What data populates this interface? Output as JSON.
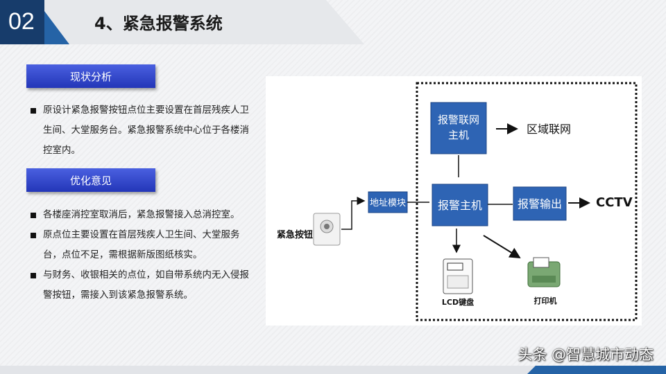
{
  "header": {
    "section_number": "02",
    "title": "4、紧急报警系统"
  },
  "current_state": {
    "heading": "现状分析",
    "items": [
      "原设计紧急报警按钮点位主要设置在首层残疾人卫生间、大堂服务台。紧急报警系统中心位于各楼消控室内。"
    ]
  },
  "suggestions": {
    "heading": "优化意见",
    "items": [
      "各楼座消控室取消后，紧急报警接入总消控室。",
      "原点位主要设置在首层残疾人卫生间、大堂服务台，点位不足，需根据新版图纸核实。",
      "与财务、收银相关的点位，如自带系统内无入侵报警按钮，需接入到该紧急报警系统。"
    ]
  },
  "diagram": {
    "nodes": {
      "emergency_button": "紧急按钮",
      "address_module": "地址模块",
      "alarm_network_host": [
        "报警联网",
        "主机"
      ],
      "regional_network": "区域联网",
      "alarm_host": "报警主机",
      "alarm_output": "报警输出",
      "cctv": "CCTV",
      "lcd_keypad": "LCD键盘",
      "printer": "打印机"
    },
    "colors": {
      "box": "#2e64b4",
      "box_border": "#1c4585"
    }
  },
  "watermark": "头条 @智慧城市动态"
}
